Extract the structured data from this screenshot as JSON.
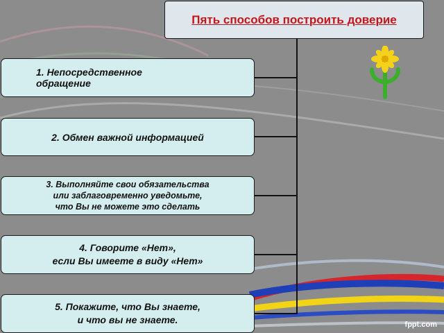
{
  "title": "Пять способов построить доверие",
  "items": [
    {
      "label": "1.  Непосредственное\nобращение"
    },
    {
      "label": "2. Обмен важной информацией"
    },
    {
      "label": "3. Выполняйте свои обязательства\nили заблаговременно уведомьте,\nчто Вы не можете это сделать"
    },
    {
      "label": "4. Говорите «Нет»,\nесли Вы имеете в виду «Нет»"
    },
    {
      "label": "5. Покажите, что Вы знаете,\nи что вы не знаете."
    }
  ],
  "watermark": "fppt.com",
  "colors": {
    "background": "#8c8c8c",
    "box_fill": "#d4eeef",
    "title_fill": "#dfe7ec",
    "title_text": "#c8151b",
    "connector": "#111111",
    "logo_flower": "#f5d21a",
    "logo_stem": "#3cae2c"
  },
  "icons": {
    "logo": "flower-psi-icon"
  }
}
